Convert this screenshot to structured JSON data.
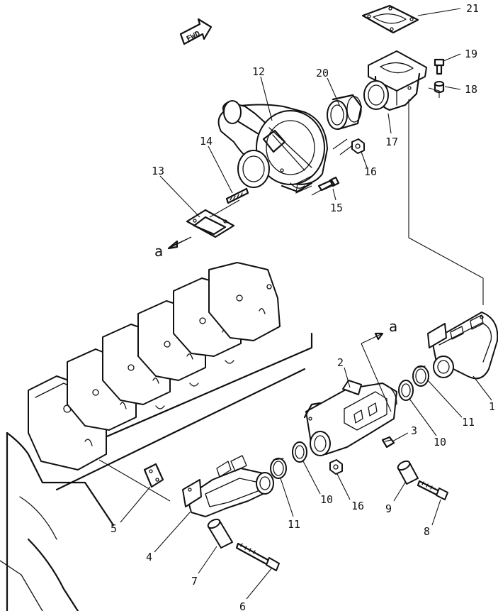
{
  "direction_arrow": {
    "label": "FWD"
  },
  "reference_marks": [
    "a",
    "a"
  ],
  "callouts": [
    {
      "num": "1"
    },
    {
      "num": "2"
    },
    {
      "num": "3"
    },
    {
      "num": "4"
    },
    {
      "num": "5"
    },
    {
      "num": "6"
    },
    {
      "num": "7"
    },
    {
      "num": "8"
    },
    {
      "num": "9"
    },
    {
      "num": "10"
    },
    {
      "num": "10"
    },
    {
      "num": "11"
    },
    {
      "num": "11"
    },
    {
      "num": "12"
    },
    {
      "num": "13"
    },
    {
      "num": "14"
    },
    {
      "num": "15"
    },
    {
      "num": "16"
    },
    {
      "num": "16"
    },
    {
      "num": "17"
    },
    {
      "num": "18"
    },
    {
      "num": "19"
    },
    {
      "num": "20"
    },
    {
      "num": "21"
    }
  ]
}
